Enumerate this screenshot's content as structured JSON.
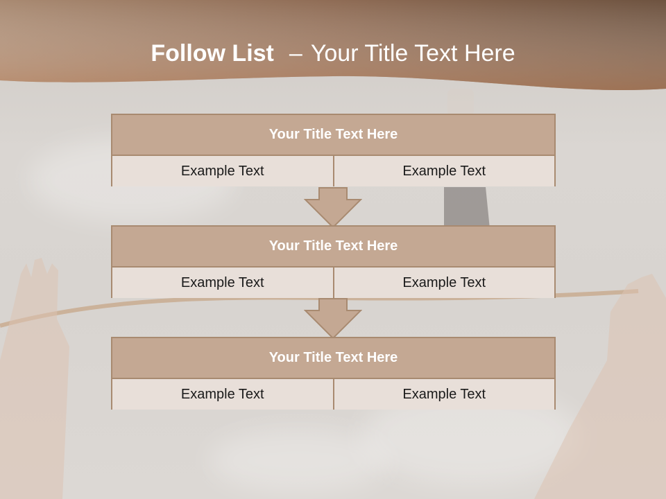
{
  "slide": {
    "title_bold": "Follow List",
    "title_sep": "–",
    "title_rest": "Your Title Text Here"
  },
  "list": [
    {
      "title": "Your Title Text Here",
      "left": "Example Text",
      "right": "Example Text"
    },
    {
      "title": "Your Title Text Here",
      "left": "Example Text",
      "right": "Example Text"
    },
    {
      "title": "Your Title Text Here",
      "left": "Example Text",
      "right": "Example Text"
    }
  ],
  "colors": {
    "header_band": "#a97f5f",
    "box_head": "#c4a893",
    "box_row": "#e8dfd9",
    "box_border": "#a88a70",
    "arrow": "#c4a893"
  }
}
